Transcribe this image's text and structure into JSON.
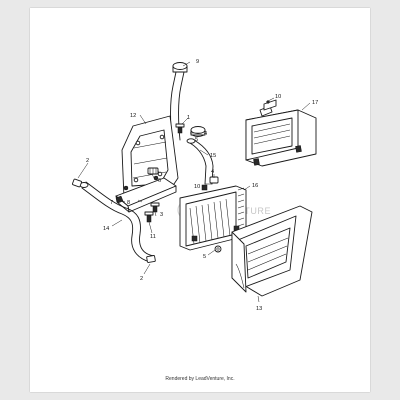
{
  "callouts": {
    "c1": "1",
    "c2a": "2",
    "c2b": "2",
    "c3": "3",
    "c4a": "4",
    "c4b": "4",
    "c5a": "5",
    "c5b": "5",
    "c6": "6",
    "c7": "7",
    "c8": "8",
    "c9": "9",
    "c10a": "10",
    "c10b": "10",
    "c11": "11",
    "c12": "12",
    "c13": "13",
    "c14": "14",
    "c15": "15",
    "c16": "16",
    "c17": "17"
  },
  "watermark": "LEADVENTURE",
  "footer": "Rendered by LeadVenture, Inc."
}
